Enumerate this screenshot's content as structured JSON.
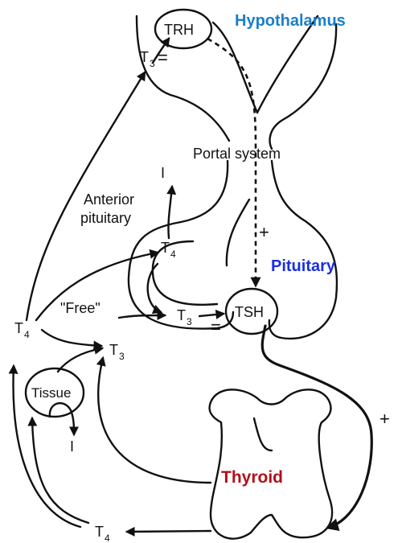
{
  "regions": {
    "hypothalamus": "Hypothalamus",
    "pituitary": "Pituitary",
    "thyroid": "Thyroid"
  },
  "hormones": {
    "trh": "TRH",
    "tsh": "TSH",
    "t3": "T",
    "t4": "T",
    "sub3": "3",
    "sub4": "4"
  },
  "labels": {
    "portal_system": "Portal system",
    "anterior_pituitary_line1": "Anterior",
    "anterior_pituitary_line2": "pituitary",
    "free": "\"Free\"",
    "tissue": "Tissue",
    "inactivation": "I",
    "plus": "+",
    "minus": "="
  },
  "colors": {
    "hypothalamus": "#1a7fc9",
    "pituitary": "#1a2fe0",
    "thyroid": "#b0101a",
    "ink": "#111111"
  }
}
